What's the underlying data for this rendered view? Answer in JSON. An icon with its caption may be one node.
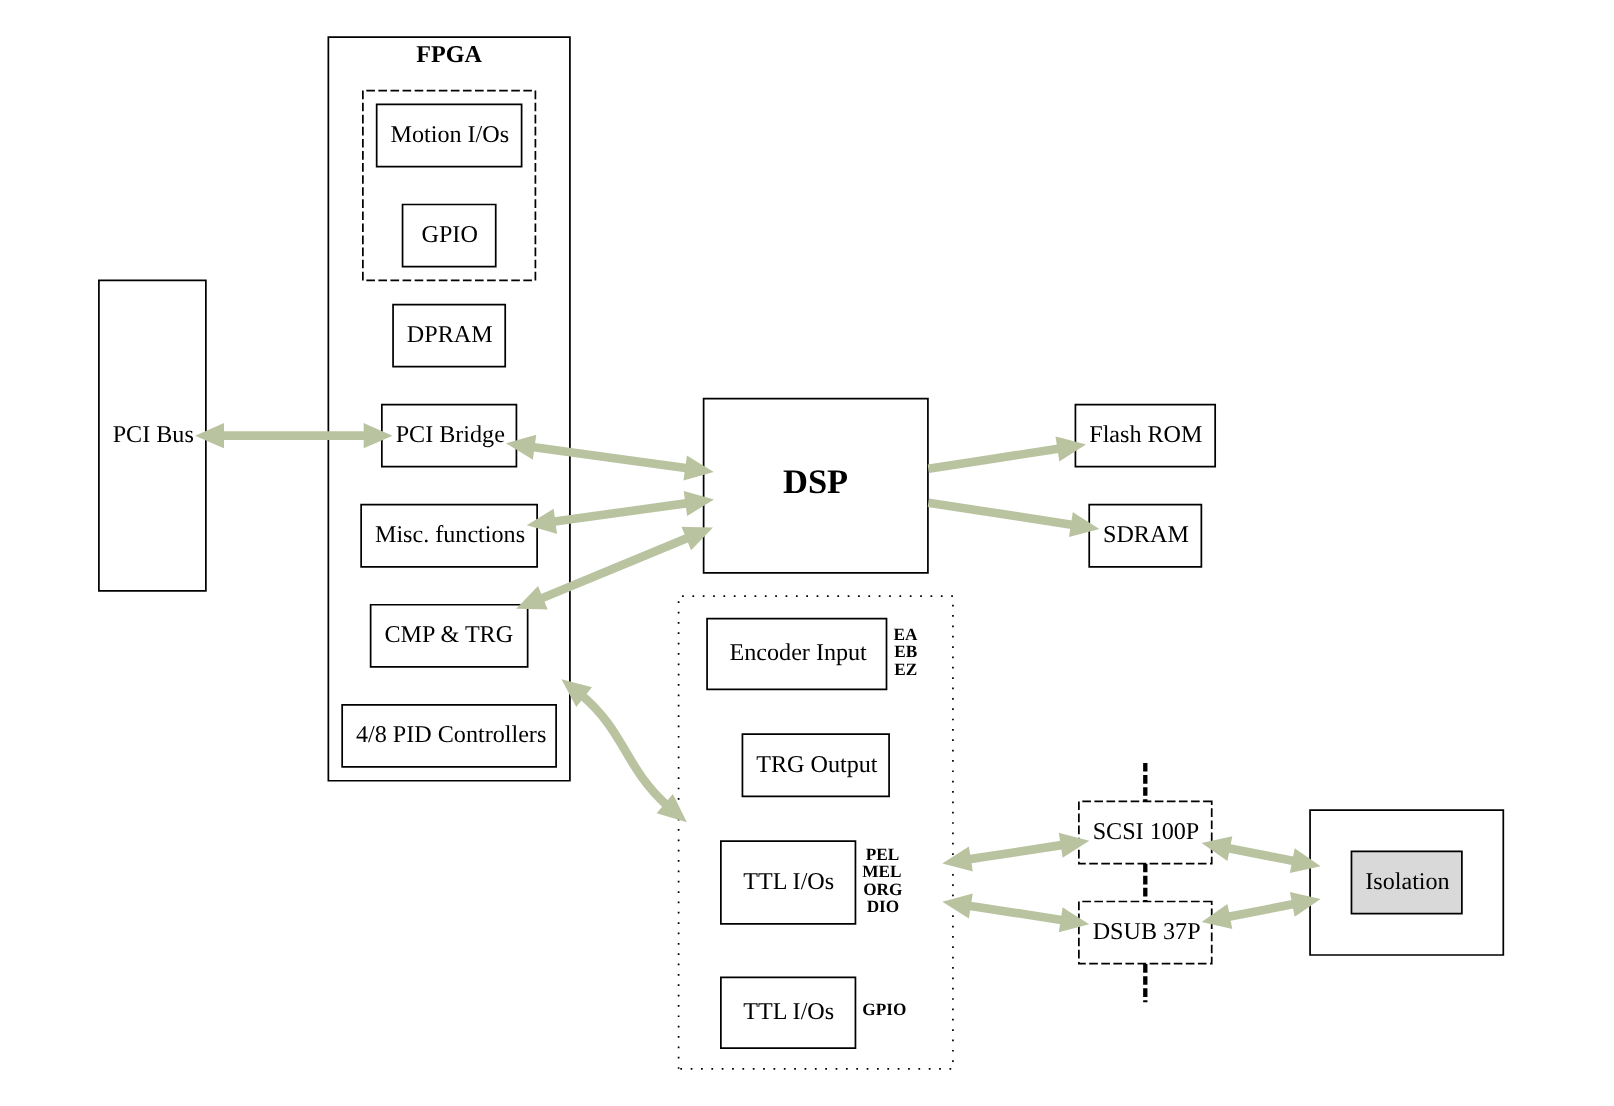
{
  "diagram": {
    "nodes": [
      {
        "text": [
          "PCI Bus"
        ]
      },
      {
        "text": [
          "FPGA"
        ]
      },
      {
        "text": [
          "DPRAM"
        ],
        "in": 1
      },
      {
        "text": [
          "PCI Bridge"
        ],
        "in": 1
      },
      {
        "text": [
          "Misc. functions"
        ],
        "in": 1
      },
      {
        "text": [
          "CMP & TRG"
        ],
        "in": 1
      },
      {
        "text": [
          "4/8 PID Controllers"
        ],
        "in": 1
      },
      {
        "text": [],
        "shape": "box",
        "in": 1
      },
      {
        "text": [
          "Motion I/Os"
        ],
        "in": 7
      },
      {
        "text": [
          "GPIO"
        ],
        "in": 7
      },
      {
        "text": [
          "Flash ROM"
        ]
      },
      {
        "text": [
          "SDRAM"
        ]
      },
      {
        "text": [
          "DSP"
        ]
      },
      {
        "text": [],
        "shape": "box"
      },
      {
        "text": [
          "Encoder Input"
        ],
        "in": 13,
        "beside": [
          "EA",
          "EB",
          "EZ"
        ]
      },
      {
        "text": [
          "TRG Output"
        ],
        "in": 13
      },
      {
        "text": [
          "TTL I/Os"
        ],
        "in": 13,
        "beside": [
          "PEL",
          "MEL",
          "ORG",
          "DIO"
        ]
      },
      {
        "text": [
          "TTL I/Os"
        ],
        "in": 13,
        "beside": [
          "GPIO"
        ]
      },
      {
        "text": [
          "SCSI 100P"
        ]
      },
      {
        "text": [
          "DSUB 37P"
        ]
      },
      {
        "text": [],
        "shape": "box"
      },
      {
        "text": [
          "Isolation"
        ],
        "in": 20
      }
    ],
    "edges": [
      {
        "from": 0,
        "to": 3,
        "arrow": "both"
      },
      {
        "from": 3,
        "to": 12,
        "arrow": "both"
      },
      {
        "from": 4,
        "to": 12,
        "arrow": "both"
      },
      {
        "from": 5,
        "to": 12,
        "arrow": "both"
      },
      {
        "from": 12,
        "to": 10,
        "arrow": "to"
      },
      {
        "from": 12,
        "to": 11,
        "arrow": "to"
      },
      {
        "from": 1,
        "to": 13,
        "arrow": "both"
      },
      {
        "from": 13,
        "to": 18,
        "arrow": "both"
      },
      {
        "from": 18,
        "to": 20,
        "arrow": "both"
      },
      {
        "from": 13,
        "to": 19,
        "arrow": "both"
      },
      {
        "from": 19,
        "to": 20,
        "arrow": "both"
      },
      {
        "from": null,
        "to": 18,
        "arrow": "none",
        "style": "dashed",
        "color": "#000000"
      },
      {
        "from": 18,
        "to": 19,
        "arrow": "none",
        "style": "dashed",
        "color": "#000000"
      },
      {
        "from": 19,
        "to": null,
        "arrow": "none",
        "style": "dashed",
        "color": "#000000"
      }
    ]
  }
}
